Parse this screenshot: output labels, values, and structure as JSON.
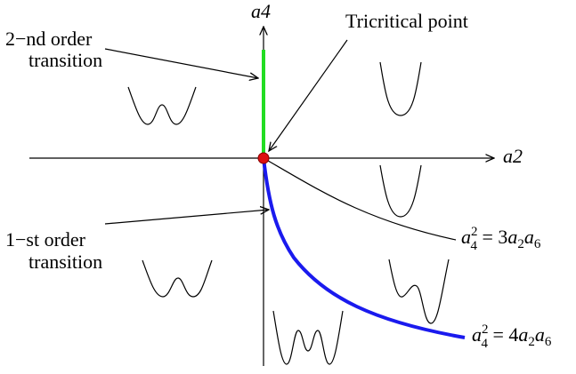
{
  "axes": {
    "horizontal_label": "a2",
    "vertical_label": "a4"
  },
  "annotations": {
    "second_order": [
      "2−nd order",
      "transition"
    ],
    "tricritical": "Tricritical point",
    "first_order": [
      "1−st order",
      "transition"
    ]
  },
  "curves": {
    "upper": {
      "lhs_base": "a",
      "lhs_sub": "4",
      "lhs_sup": "2",
      "eq": " = 3",
      "r1": "a",
      "r1_sub": "2",
      "r2": "a",
      "r2_sub": "6"
    },
    "lower": {
      "lhs_base": "a",
      "lhs_sub": "4",
      "lhs_sup": "2",
      "eq": " = 4",
      "r1": "a",
      "r1_sub": "2",
      "r2": "a",
      "r2_sub": "6"
    }
  },
  "colors": {
    "second_order_line": "#22dd22",
    "first_order_line": "#1a1aee",
    "tricritical_point": "#dd1111"
  }
}
